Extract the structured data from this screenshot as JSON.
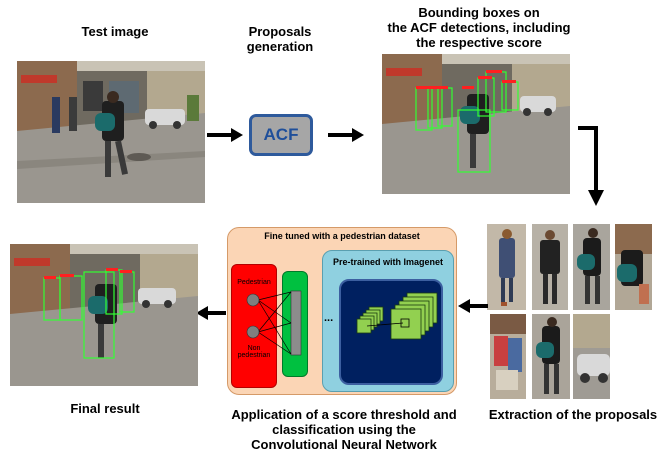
{
  "labels": {
    "test_image": "Test image",
    "proposals": "Proposals\ngeneration",
    "bbox_title": "Bounding boxes on\nthe ACF detections, including\nthe respective score",
    "final_result": "Final result",
    "threshold": "Application of a score threshold and\nclassification using the\nConvolutional Neural Network",
    "extraction": "Extraction of the proposals"
  },
  "acf_box": {
    "label": "ACF"
  },
  "cnn": {
    "title": "Fine tuned with a pedestrian dataset",
    "pretrained": "Pre-trained with  Imagenet",
    "pedestrian": "Pedestrian",
    "non_pedestrian": "Non\npedestrian",
    "ellipsis": "..."
  },
  "colors": {
    "arrow": "#000000",
    "acf_fill": "#a6a6a6",
    "acf_border": "#2e5a9c",
    "cnn_outer": "#fbd5b5",
    "class_block": "#ff0000",
    "fc_block": "#00c040",
    "pretrained_block": "#8fd0e0",
    "conv_core": "#002060",
    "conv_layers": "#92d050",
    "box_green": "#33ff33",
    "box_red": "#ff2020"
  }
}
